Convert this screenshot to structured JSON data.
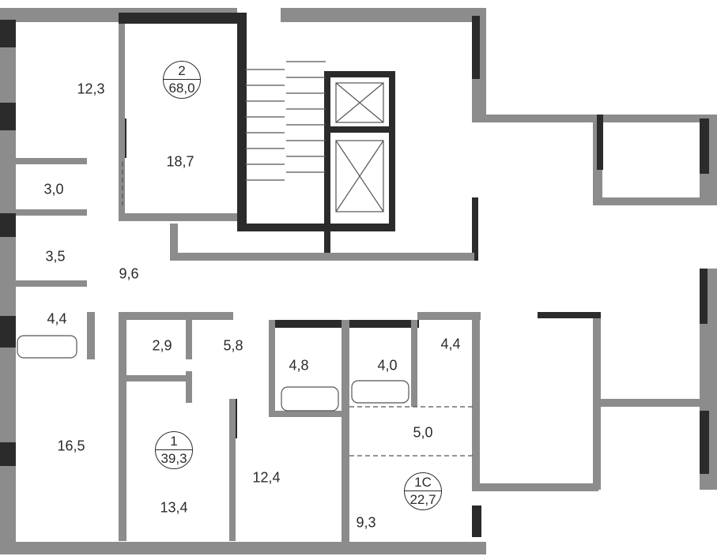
{
  "apartments": [
    {
      "number": "2",
      "area": "68,0"
    },
    {
      "number": "1",
      "area": "39,3"
    },
    {
      "number": "1С",
      "area": "22,7"
    }
  ],
  "rooms": [
    "12,3",
    "18,7",
    "3,0",
    "3,5",
    "9,6",
    "4,4",
    "2,9",
    "5,8",
    "4,8",
    "4,0",
    "4,4",
    "16,5",
    "13,4",
    "12,4",
    "5,0",
    "9,3"
  ],
  "colors": {
    "wall": "#8c8c8c",
    "wall_dark": "#2b2b2b"
  }
}
